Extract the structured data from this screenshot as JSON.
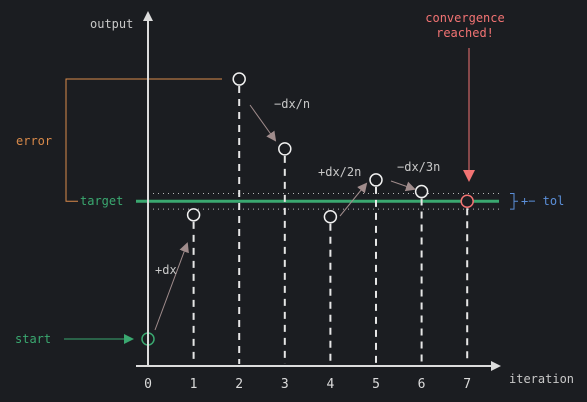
{
  "axes": {
    "y_label": "output",
    "x_label": "iteration",
    "ticks": [
      "0",
      "1",
      "2",
      "3",
      "4",
      "5",
      "6",
      "7"
    ],
    "max_iteration": 7.5
  },
  "annotations": {
    "error": "error",
    "target": "target",
    "start": "start",
    "tolerance": "+− tol",
    "convergence_line1": "convergence",
    "convergence_line2": "reached!"
  },
  "steps": [
    {
      "label": "+dx"
    },
    {
      "label": "−dx/n"
    },
    {
      "label": "+dx/2n"
    },
    {
      "label": "−dx/3n"
    }
  ],
  "iterations": [
    {
      "i": 0,
      "value": 0.0,
      "state": "start"
    },
    {
      "i": 1,
      "value": 0.64,
      "state": "normal"
    },
    {
      "i": 2,
      "value": 1.34,
      "state": "normal"
    },
    {
      "i": 3,
      "value": 0.98,
      "state": "normal"
    },
    {
      "i": 4,
      "value": 0.63,
      "state": "normal"
    },
    {
      "i": 5,
      "value": 0.82,
      "state": "normal"
    },
    {
      "i": 6,
      "value": 0.76,
      "state": "normal"
    },
    {
      "i": 7,
      "value": 0.71,
      "state": "converged"
    }
  ],
  "target_value": 0.71,
  "tolerance_band": [
    0.68,
    0.74
  ],
  "colors": {
    "background": "#1b1d21",
    "axis": "#dcdcdc",
    "text": "#c8c8c8",
    "error": "#d98a4a",
    "target": "#3aa870",
    "start": "#3aa870",
    "tolerance": "#5b8fd9",
    "convergence": "#f27373",
    "step_arrow": "#a08c8c"
  }
}
